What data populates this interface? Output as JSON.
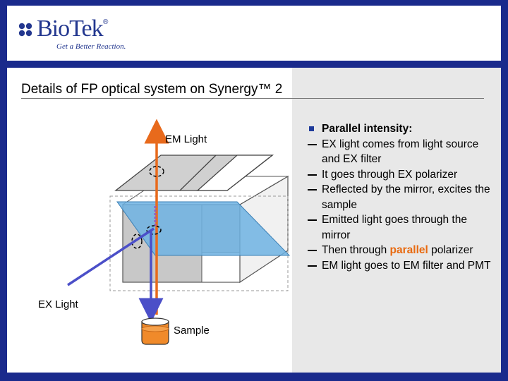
{
  "brand": {
    "name": "BioTek",
    "registered_mark": "®",
    "tagline": "Get a Better Reaction."
  },
  "slide": {
    "title": "Details of FP optical system on Synergy™ 2"
  },
  "diagram": {
    "labels": {
      "em_light": "EM Light",
      "ex_light": "EX Light",
      "sample": "Sample"
    },
    "colors": {
      "em_beam": "#e86a1c",
      "ex_beam": "#4b4fc8",
      "mirror": "#6fb3e3",
      "cube_face": "#c8c8c8",
      "sample_liquid": "#f08a2a"
    }
  },
  "bullets": {
    "heading": "Parallel intensity:",
    "items": [
      {
        "text": "EX light comes from light source and EX filter"
      },
      {
        "text": "It goes through EX polarizer"
      },
      {
        "text": "Reflected by the mirror, excites the sample"
      },
      {
        "text": "Emitted light goes through the mirror"
      },
      {
        "pre": "Then through ",
        "highlight": "parallel",
        "post": " polarizer"
      },
      {
        "text": "EM light goes to EM filter and PMT"
      }
    ]
  }
}
